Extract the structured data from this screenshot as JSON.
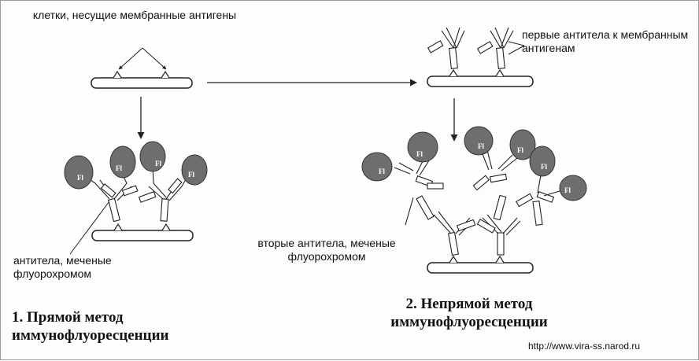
{
  "labels": {
    "cells_antigens": "клетки, несущие мембранные антигены",
    "first_antibodies": "первые антитела к мембранным антигенам",
    "labeled_antibodies": "антитела, меченые флуорохромом",
    "second_antibodies": "вторые антитела, меченые флуорохромом",
    "fluorochrome_mark": "Fl"
  },
  "titles": {
    "direct": "1. Прямой метод иммунофлуоресценции",
    "indirect": "2. Непрямой метод иммунофлуоресценции"
  },
  "footer": {
    "url": "http://www.vira-ss.narod.ru"
  },
  "colors": {
    "ink": "#222222",
    "fluor_fill": "#6e6e6e",
    "background": "#fdfdfd"
  }
}
